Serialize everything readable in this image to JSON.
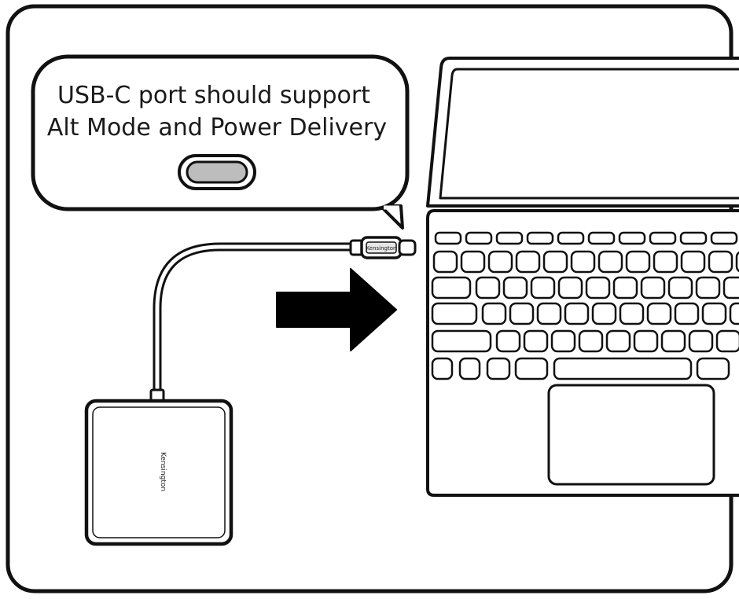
{
  "callout": {
    "line1": "USB-C port should support",
    "line2": "Alt Mode and Power Delivery"
  },
  "brand_label": "Kensington",
  "icons": {
    "port": "usb-c-port-icon",
    "arrow": "arrow-right-icon"
  },
  "colors": {
    "stroke": "#111111",
    "port_fill": "#bdbdbd",
    "arrow_fill": "#000000"
  }
}
